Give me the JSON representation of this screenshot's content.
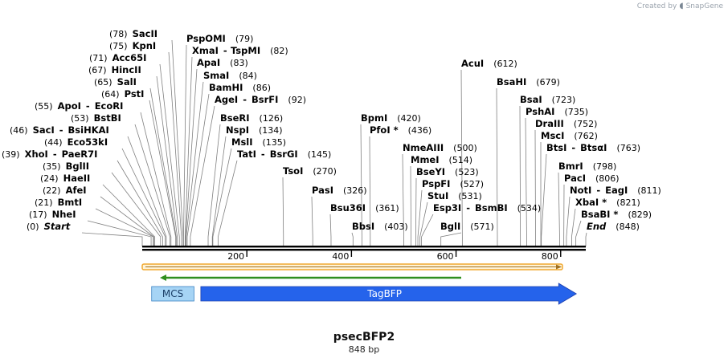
{
  "brand": {
    "prefix": "Created by",
    "name": "SnapGene"
  },
  "title": "psecBFP2",
  "length_label": "848 bp",
  "sequence_length": 848,
  "ruler_ticks": [
    200,
    400,
    600,
    800
  ],
  "colors": {
    "backbone": "#000000",
    "orf": "#f0a830",
    "primer": "#2f8f1f",
    "mcs": "#a6d4f5",
    "tagbfp": "#2563eb"
  },
  "features": [
    {
      "name": "MCS",
      "start": 18,
      "end": 99,
      "color": "#a6d4f5",
      "text_color": "#1a3d66",
      "arrow": false
    },
    {
      "name": "TagBFP",
      "start": 112,
      "end": 830,
      "color": "#2563eb",
      "text_color": "#ffffff",
      "arrow": true
    }
  ],
  "sites": [
    {
      "name": "Start",
      "pos": 0,
      "italic": true
    },
    {
      "name": "NheI",
      "pos": 17
    },
    {
      "name": "BmtI",
      "pos": 21
    },
    {
      "name": "AfeI",
      "pos": 22
    },
    {
      "name": "HaeII",
      "pos": 24
    },
    {
      "name": "BglII",
      "pos": 35
    },
    {
      "name": "XhoI",
      "alt": "PaeR7I",
      "pos": 39
    },
    {
      "name": "Eco53kI",
      "pos": 44
    },
    {
      "name": "SacI",
      "alt": "BsiHKAI",
      "pos": 46
    },
    {
      "name": "BstBI",
      "pos": 53
    },
    {
      "name": "ApoI",
      "alt": "EcoRI",
      "pos": 55
    },
    {
      "name": "PstI",
      "pos": 64
    },
    {
      "name": "SalI",
      "pos": 65
    },
    {
      "name": "HincII",
      "pos": 67
    },
    {
      "name": "Acc65I",
      "pos": 71
    },
    {
      "name": "KpnI",
      "pos": 75
    },
    {
      "name": "SacII",
      "pos": 78
    },
    {
      "name": "PspOMI",
      "pos": 79
    },
    {
      "name": "XmaI",
      "alt": "TspMI",
      "pos": 82
    },
    {
      "name": "ApaI",
      "pos": 83
    },
    {
      "name": "SmaI",
      "pos": 84
    },
    {
      "name": "BamHI",
      "pos": 86
    },
    {
      "name": "AgeI",
      "alt": "BsrFI",
      "pos": 92
    },
    {
      "name": "BseRI",
      "pos": 126
    },
    {
      "name": "NspI",
      "pos": 134
    },
    {
      "name": "MslI",
      "pos": 135
    },
    {
      "name": "TatI",
      "alt": "BsrGI",
      "pos": 145
    },
    {
      "name": "TsoI",
      "pos": 270
    },
    {
      "name": "PasI",
      "pos": 326
    },
    {
      "name": "Bsu36I",
      "pos": 361
    },
    {
      "name": "BbsI",
      "pos": 403
    },
    {
      "name": "BpmI",
      "pos": 420
    },
    {
      "name": "PfoI",
      "star": "*",
      "pos": 436
    },
    {
      "name": "NmeAIII",
      "pos": 500
    },
    {
      "name": "MmeI",
      "pos": 514
    },
    {
      "name": "BseYI",
      "pos": 523
    },
    {
      "name": "PspFI",
      "pos": 527
    },
    {
      "name": "StuI",
      "pos": 531
    },
    {
      "name": "Esp3I",
      "alt": "BsmBI",
      "pos": 534
    },
    {
      "name": "BglI",
      "pos": 571
    },
    {
      "name": "AcuI",
      "pos": 612
    },
    {
      "name": "BsaHI",
      "pos": 679
    },
    {
      "name": "BsaI",
      "pos": 723
    },
    {
      "name": "PshAI",
      "pos": 735
    },
    {
      "name": "DraIII",
      "pos": 752
    },
    {
      "name": "MscI",
      "pos": 762
    },
    {
      "name": "BtsI",
      "alt": "BtsαI",
      "pos": 763
    },
    {
      "name": "BmrI",
      "pos": 798
    },
    {
      "name": "PacI",
      "pos": 806
    },
    {
      "name": "NotI",
      "alt": "EagI",
      "pos": 811
    },
    {
      "name": "XbaI",
      "star": "*",
      "pos": 821
    },
    {
      "name": "BsaBI",
      "star": "*",
      "pos": 829
    },
    {
      "name": "End",
      "pos": 848,
      "italic": true
    }
  ]
}
